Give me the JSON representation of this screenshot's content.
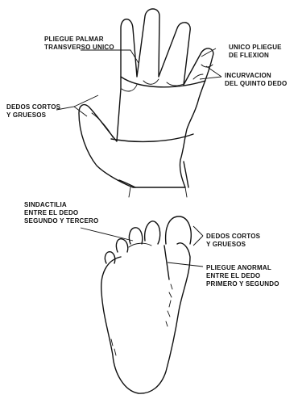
{
  "hand": {
    "labels": {
      "pliegue_palmar": [
        "PLIEGUE PALMAR",
        "TRANSVERSO UNICO"
      ],
      "unico_pliegue": [
        "UNICO PLIEGUE",
        "DE FLEXION"
      ],
      "incurvacion": [
        "INCURVACION",
        "DEL QUINTO DEDO"
      ],
      "dedos_cortos": [
        "DEDOS CORTOS",
        "Y GRUESOS"
      ]
    }
  },
  "foot": {
    "labels": {
      "sindactilia": [
        "SINDACTILIA",
        "ENTRE EL DEDO",
        "SEGUNDO Y TERCERO"
      ],
      "dedos_cortos": [
        "DEDOS CORTOS",
        "Y GRUESOS"
      ],
      "pliegue_anormal": [
        "PLIEGUE ANORMAL",
        "ENTRE EL DEDO",
        "PRIMERO Y SEGUNDO"
      ]
    }
  }
}
